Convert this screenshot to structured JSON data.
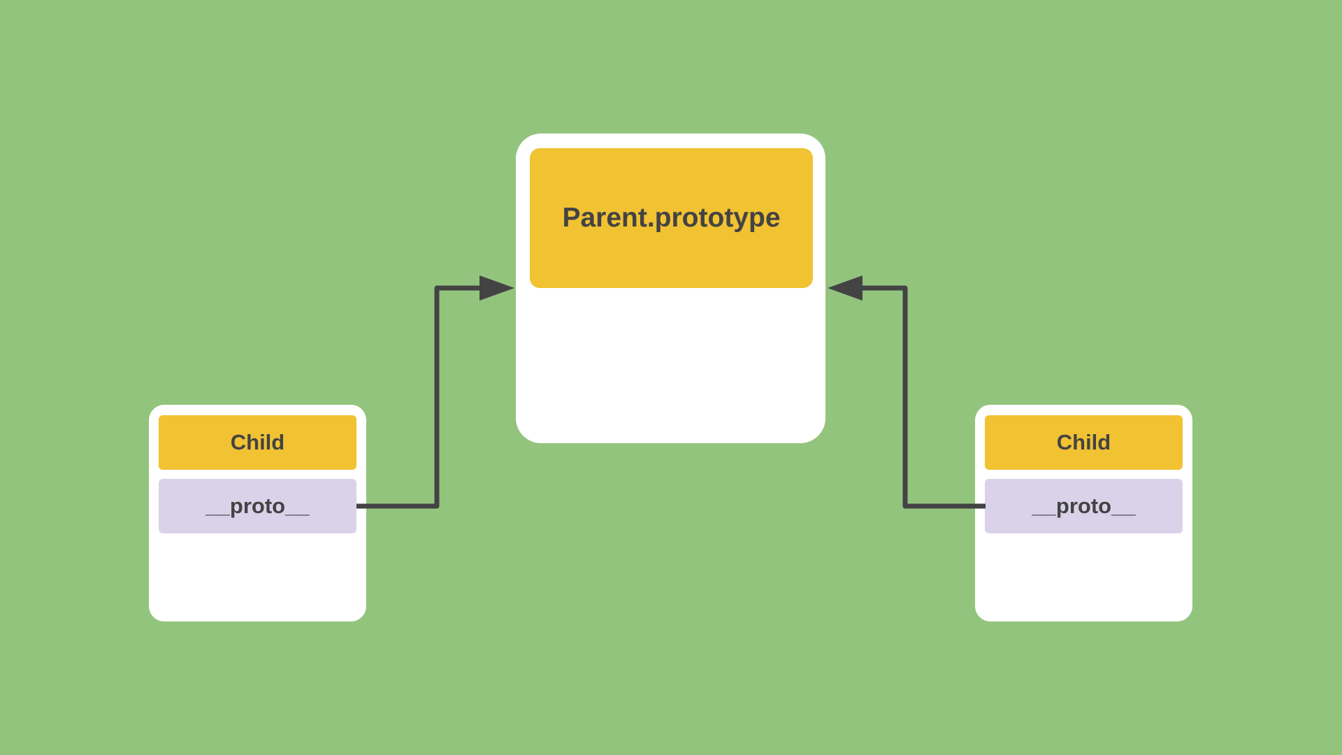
{
  "colors": {
    "background": "#93C47D",
    "card": "#FFFFFF",
    "header": "#F1C232",
    "proto_slot": "#D9D2E9",
    "text": "#434343",
    "arrow": "#434343"
  },
  "parent": {
    "label": "Parent.prototype"
  },
  "children": [
    {
      "label": "Child",
      "proto_label": "__proto__"
    },
    {
      "label": "Child",
      "proto_label": "__proto__"
    }
  ]
}
